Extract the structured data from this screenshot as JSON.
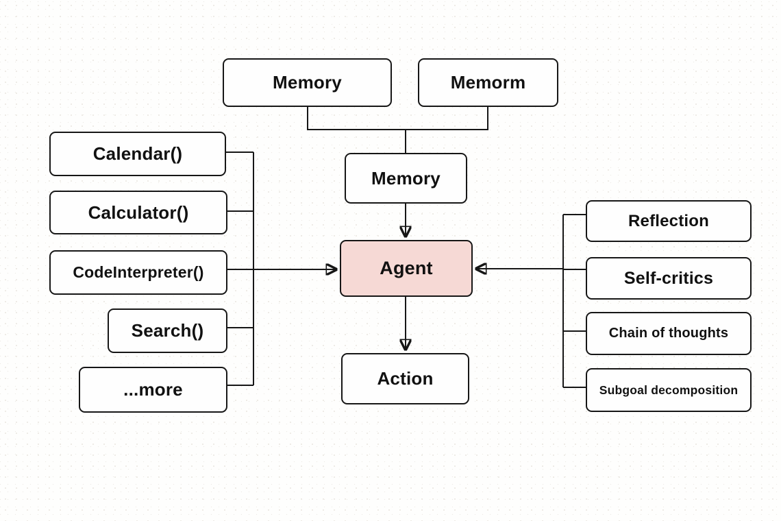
{
  "diagram": {
    "type": "flowchart",
    "nodes": {
      "memory_top_left": "Memory",
      "memory_top_right": "Memorm",
      "memory_center": "Memory",
      "agent": "Agent",
      "action": "Action",
      "tool_calendar": "Calendar()",
      "tool_calculator": "Calculator()",
      "tool_code_interpreter": "CodeInterpreter()",
      "tool_search": "Search()",
      "tool_more": "...more",
      "planning_reflection": "Reflection",
      "planning_self_critics": "Self-critics",
      "planning_chain_of_thoughts": "Chain of thoughts",
      "planning_subgoal_decomposition": "Subgoal decomposition"
    },
    "edges": [
      {
        "from": "memory_top_left",
        "to": "memory_center",
        "arrow": false
      },
      {
        "from": "memory_top_right",
        "to": "memory_center",
        "arrow": false
      },
      {
        "from": "memory_center",
        "to": "agent",
        "arrow": true
      },
      {
        "from": "agent",
        "to": "action",
        "arrow": true
      },
      {
        "from": "tools_bus",
        "to": "agent",
        "arrow": true
      },
      {
        "from": "planning_bus",
        "to": "agent",
        "arrow": true
      },
      {
        "from": "tool_calendar",
        "to": "tools_bus",
        "arrow": false
      },
      {
        "from": "tool_calculator",
        "to": "tools_bus",
        "arrow": false
      },
      {
        "from": "tool_code_interpreter",
        "to": "tools_bus",
        "arrow": false
      },
      {
        "from": "tool_search",
        "to": "tools_bus",
        "arrow": false
      },
      {
        "from": "tool_more",
        "to": "tools_bus",
        "arrow": false
      },
      {
        "from": "planning_reflection",
        "to": "planning_bus",
        "arrow": false
      },
      {
        "from": "planning_self_critics",
        "to": "planning_bus",
        "arrow": false
      },
      {
        "from": "planning_chain_of_thoughts",
        "to": "planning_bus",
        "arrow": false
      },
      {
        "from": "planning_subgoal_decomposition",
        "to": "planning_bus",
        "arrow": false
      }
    ],
    "colors": {
      "agent_fill": "#f6d9d5",
      "box_fill": "#fefefe",
      "box_border": "#161616",
      "line": "#161616",
      "background": "#fefefd"
    }
  }
}
